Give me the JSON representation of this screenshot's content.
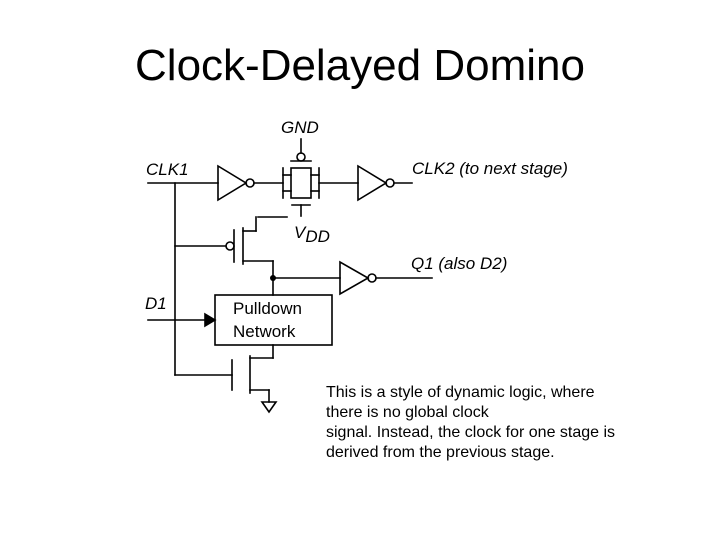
{
  "slide": {
    "title": "Clock-Delayed Domino",
    "description": [
      "This is a style of dynamic logic, where",
      "there is no global clock",
      "signal. Instead, the clock for one stage is",
      "derived from the previous stage."
    ]
  },
  "circuit": {
    "labels": {
      "gnd": "GND",
      "clk1": "CLK1",
      "clk2": "CLK2 (to next stage)",
      "vdd_main": "V",
      "vdd_sub": "DD",
      "q1": "Q1 (also D2)",
      "d1": "D1"
    },
    "pulldown_network": [
      "Pulldown",
      "Network"
    ]
  }
}
